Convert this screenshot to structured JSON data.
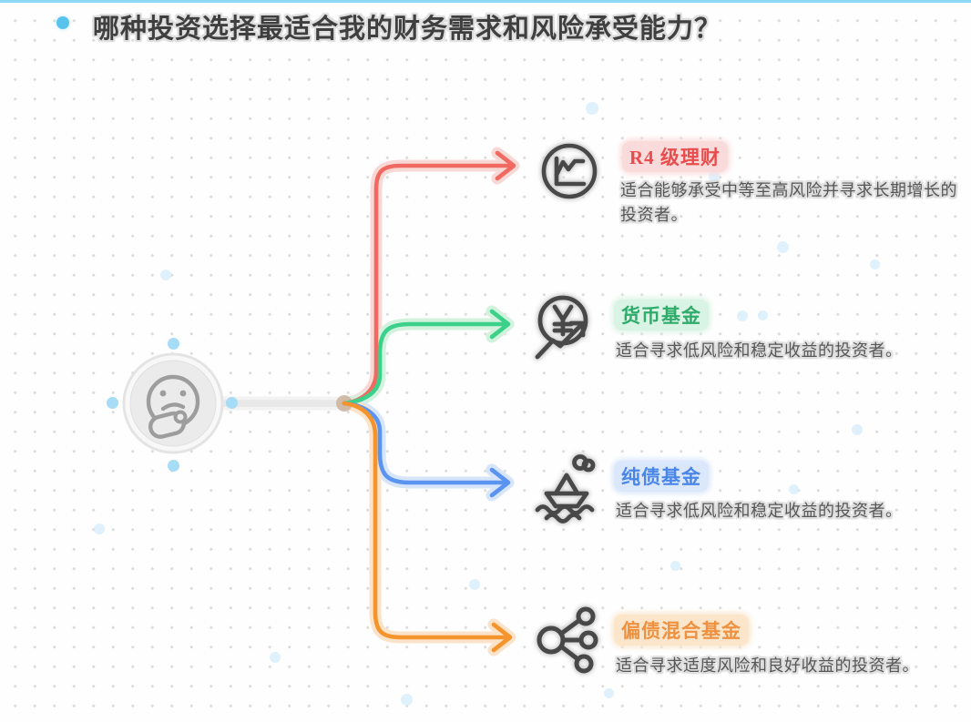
{
  "title": {
    "text": "哪种投资选择最适合我的财务需求和风险承受能力？"
  },
  "center_node": {
    "icon": "thinking-face-icon"
  },
  "branches": [
    {
      "label": "R4 级理财",
      "description": "适合能够承受中等至高风险并寻求长期增长的投资者。",
      "label_color": "#e84c4c",
      "line_color": "#f06a62",
      "highlight_color": "#fadbdb",
      "icon": "line-chart-circle-icon"
    },
    {
      "label": "货币基金",
      "description": "适合寻求低风险和稳定收益的投资者。",
      "label_color": "#2fab6b",
      "line_color": "#3bd18a",
      "highlight_color": "#d9f4e4",
      "icon": "yen-trend-icon"
    },
    {
      "label": "纯债基金",
      "description": "适合寻求低风险和稳定收益的投资者。",
      "label_color": "#4a86e8",
      "line_color": "#5b94f0",
      "highlight_color": "#dbe7fb",
      "icon": "paper-boat-icon"
    },
    {
      "label": "偏债混合基金",
      "description": "适合寻求适度风险和良好收益的投资者。",
      "label_color": "#ee9140",
      "line_color": "#f5942c",
      "highlight_color": "#fbe6cb",
      "icon": "share-network-icon"
    }
  ],
  "theme": {
    "top_border": "#8ed8f4",
    "dot_grid": "#dcdcdc",
    "background": "#fefefe",
    "title_text": "#3f3f3f",
    "description_text": "#565656",
    "icon_stroke": "#484848",
    "trunk_line": "#e8e8e8",
    "junction_blob": "#c9b3a0",
    "selection_handle": "#a6dcf6"
  }
}
